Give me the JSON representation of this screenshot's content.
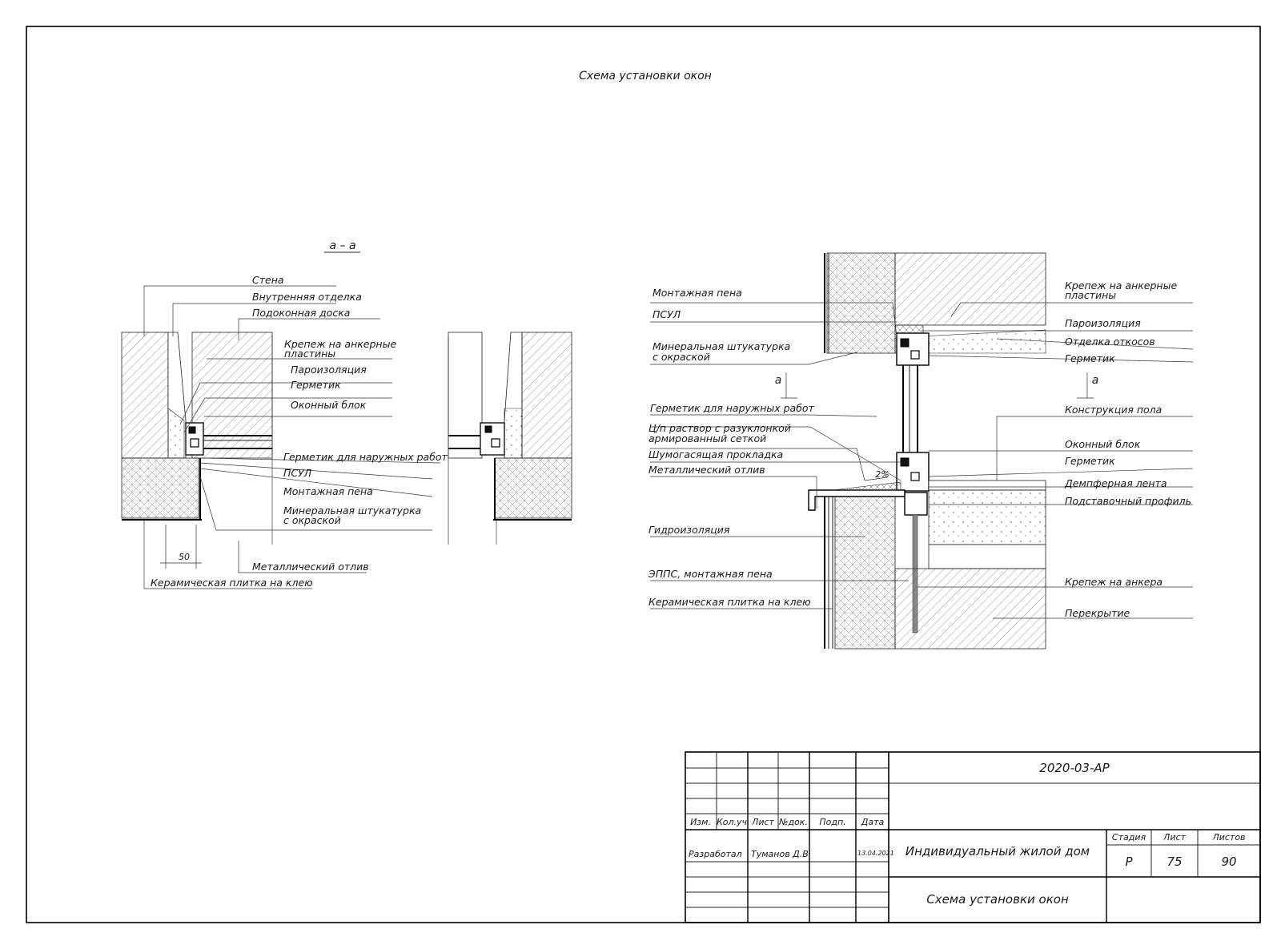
{
  "sheet_title": "Схема установки окон",
  "section_mark": "а – а",
  "section_letter": "а",
  "left_detail": {
    "labels": [
      "Стена",
      "Внутренняя отделка",
      "Подоконная доска",
      "Крепеж на анкерные",
      "пластины",
      "Пароизоляция",
      "Герметик",
      "Оконный блок",
      "Герметик для наружных работ",
      "ПСУЛ",
      "Монтажная пена",
      "Минеральная штукатурка",
      "с окраской",
      "Металлический отлив",
      "Керамическая плитка на клею"
    ],
    "dimension": "50"
  },
  "right_detail": {
    "left_labels": [
      "Монтажная пена",
      "ПСУЛ",
      "Минеральная штукатурка",
      "с окраской",
      "Герметик для наружных работ",
      "Ц/п раствор с разуклонкой",
      "армированный сеткой",
      "Шумогасящая прокладка",
      "Металлический отлив",
      "Гидроизоляция",
      "ЭППС, монтажная пена",
      "Керамическая плитка на клею"
    ],
    "right_labels": [
      "Крепеж на анкерные",
      "пластины",
      "Пароизоляция",
      "Отделка откосов",
      "Герметик",
      "Конструкция пола",
      "Оконный блок",
      "Герметик",
      "Демпферная лента",
      "Подставочный профиль",
      "Крепеж на анкера",
      "Перекрытие"
    ],
    "slope": "2%"
  },
  "title_block": {
    "doc_code": "2020-03-АР",
    "headers": [
      "Изм.",
      "Кол.уч",
      "Лист",
      "№док.",
      "Подп.",
      "Дата"
    ],
    "developed_label": "Разработал",
    "developer": "Туманов Д.В.",
    "date": "13.04.2021",
    "project": "Индивидуальный жилой дом",
    "stage_header": "Стадия",
    "sheet_header": "Лист",
    "sheets_header": "Листов",
    "stage": "Р",
    "sheet": "75",
    "sheets": "90",
    "sheet_name": "Схема установки окон"
  }
}
